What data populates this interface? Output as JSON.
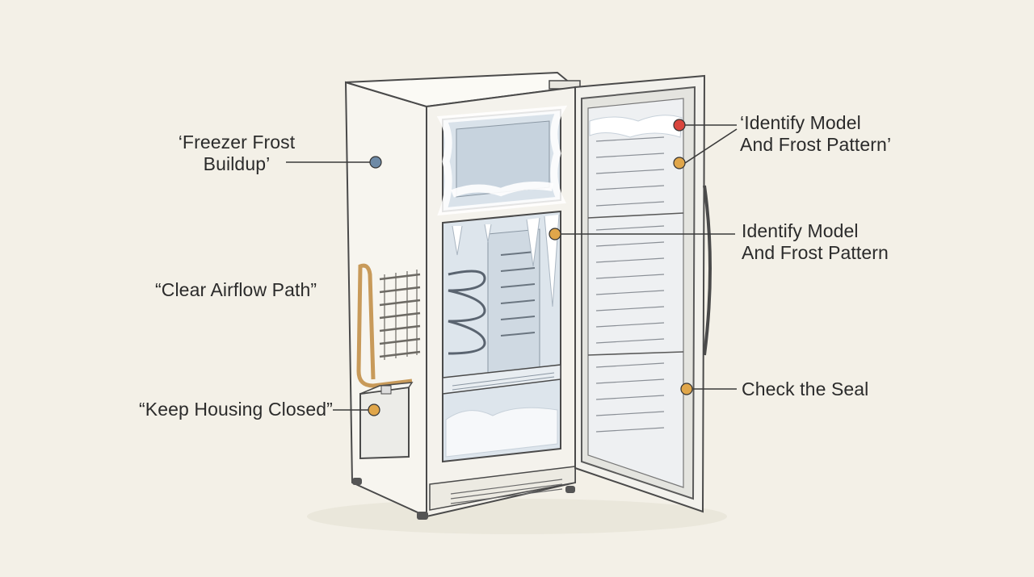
{
  "callouts": {
    "freezer_frost": {
      "line1": "‘Freezer Frost",
      "line2": "Buildup’",
      "dot_color": "#6e8aa6"
    },
    "airflow": {
      "text": "“Clear Airflow Path”"
    },
    "housing": {
      "text": "“Keep Housing Closed”",
      "dot_color": "#e0a64a"
    },
    "identify_quoted": {
      "line1": "‘Identify Model",
      "line2": "And Frost Pattern’",
      "dot_colors": [
        "#d9453d",
        "#e0a64a"
      ]
    },
    "identify_plain": {
      "line1": "Identify Model",
      "line2": "And Frost Pattern",
      "dot_color": "#e0a64a"
    },
    "seal": {
      "text": "Check the Seal",
      "dot_color": "#e0a64a"
    }
  }
}
